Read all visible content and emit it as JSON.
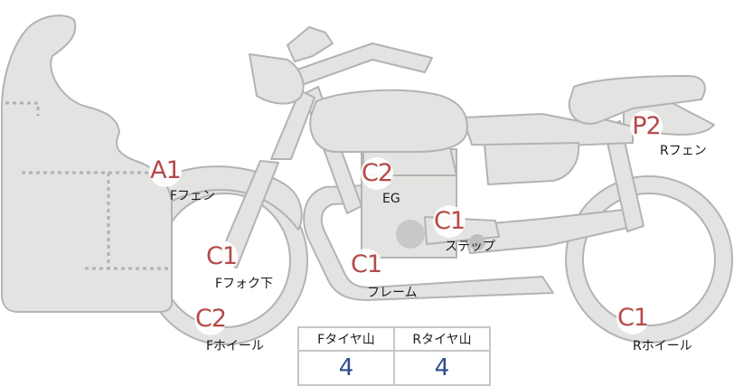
{
  "colors": {
    "part_fill": "#e3e3e1",
    "part_stroke": "#b3b3b3",
    "grade_text": "#b54a4a",
    "tread_value": "#2e4c8e",
    "table_border": "#c4c6cc"
  },
  "parts": [
    {
      "id": "front-fender",
      "grade": "A1",
      "label": "Fフェン"
    },
    {
      "id": "engine",
      "grade": "C2",
      "label": "EG"
    },
    {
      "id": "step",
      "grade": "C1",
      "label": "ステップ"
    },
    {
      "id": "front-fork-lower",
      "grade": "C1",
      "label": "Fフォク下"
    },
    {
      "id": "frame",
      "grade": "C1",
      "label": "フレーム"
    },
    {
      "id": "front-wheel",
      "grade": "C2",
      "label": "Fホイール"
    },
    {
      "id": "rear-fender",
      "grade": "P2",
      "label": "Rフェン"
    },
    {
      "id": "rear-wheel",
      "grade": "C1",
      "label": "Rホイール"
    }
  ],
  "tread": {
    "front_header": "Fタイヤ山",
    "rear_header": "Rタイヤ山",
    "front_value": "4",
    "rear_value": "4"
  }
}
